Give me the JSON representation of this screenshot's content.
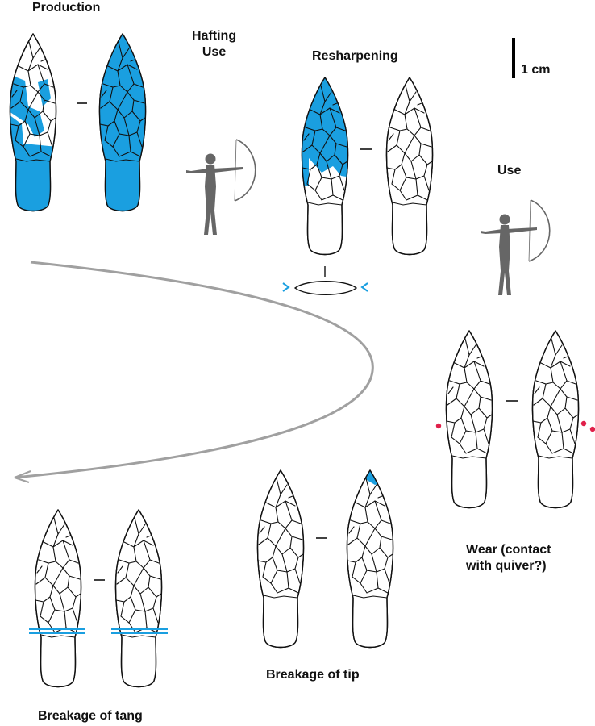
{
  "labels": {
    "production": "Production",
    "hafting_use": "Hafting\nUse",
    "resharpening": "Resharpening",
    "scale": "1 cm",
    "use": "Use",
    "wear": "Wear (contact\nwith quiver?)",
    "breakage_tip": "Breakage of tip",
    "breakage_tang": "Breakage of tang"
  },
  "colors": {
    "highlight": "#1a9fe0",
    "wear_marker": "#e0204a",
    "arrow": "#a0a0a0",
    "archer": "#666666"
  },
  "icons": {
    "archer": "archer-icon",
    "arrow": "curved-arrow-icon"
  }
}
